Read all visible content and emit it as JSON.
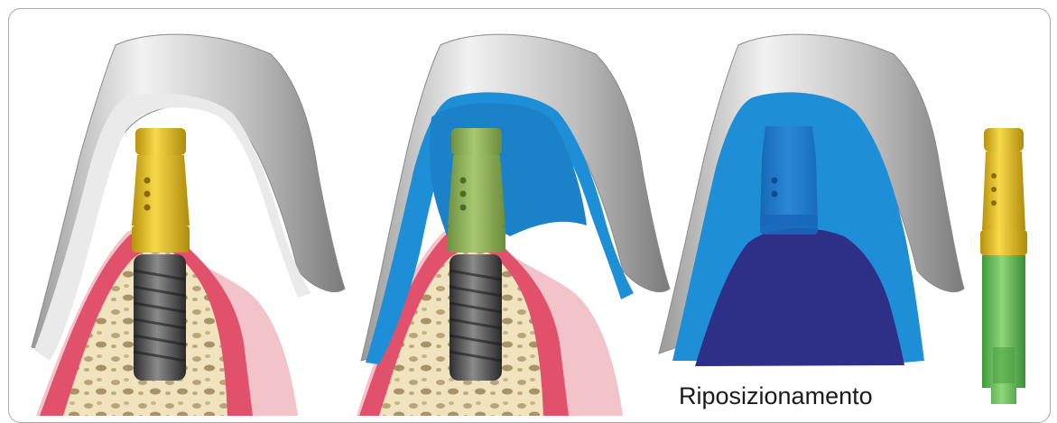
{
  "caption": "Riposizionamento",
  "panels": [
    {
      "name": "impression-with-transfer-in-place",
      "transfer_color": "#e3bd2b"
    },
    {
      "name": "impression-material-injected",
      "transfer_color": "#92b45a",
      "material_color": "#1e8fd6"
    },
    {
      "name": "impression-removed",
      "material_color": "#1e8fd6",
      "cavity_color": "#2e2f86"
    },
    {
      "name": "transfer-on-analog",
      "transfer_color": "#e3bd2b",
      "analog_color": "#62b64a"
    }
  ],
  "colors": {
    "tray": "#c7c7c7",
    "gum": "#e1516c",
    "bone": "#f1e3bd",
    "implant": "#4a4a4a"
  }
}
